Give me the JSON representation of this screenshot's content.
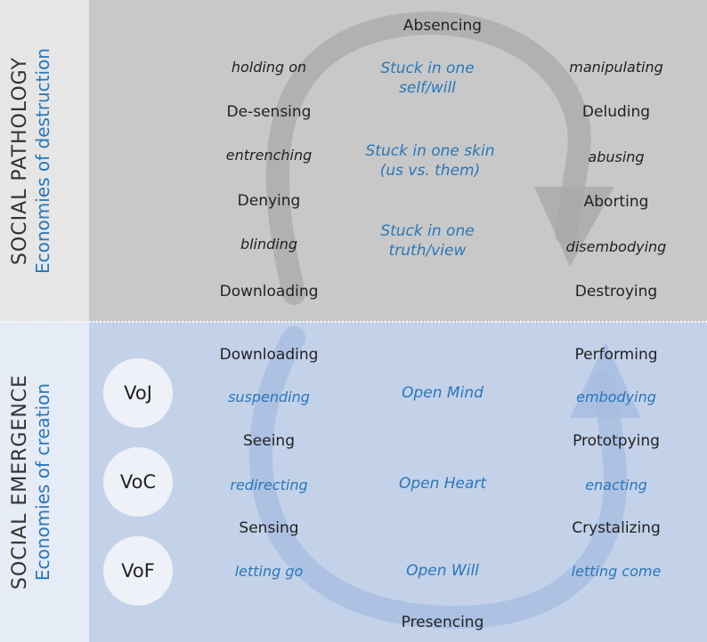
{
  "side": {
    "top_line1": "SOCIAL PATHOLOGY",
    "top_line2": "Economies of destruction",
    "bottom_line1": "SOCIAL EMERGENCE",
    "bottom_line2": "Economies of creation"
  },
  "pathology": {
    "top": "Absencing",
    "left": [
      "holding on",
      "De-sensing",
      "entrenching",
      "Denying",
      "blinding",
      "Downloading"
    ],
    "center": [
      "Stuck in one self/will",
      "Stuck in one skin (us vs. them)",
      "Stuck in one truth/view"
    ],
    "right": [
      "manipulating",
      "Deluding",
      "abusing",
      "Aborting",
      "disembodying",
      "Destroying"
    ]
  },
  "emergence": {
    "left": [
      "Downloading",
      "suspending",
      "Seeing",
      "redirecting",
      "Sensing",
      "letting go"
    ],
    "center": [
      "Open Mind",
      "Open Heart",
      "Open Will"
    ],
    "right": [
      "Performing",
      "embodying",
      "Prototpying",
      "enacting",
      "Crystalizing",
      "letting come"
    ],
    "bottom": "Presencing",
    "voices": [
      "VoJ",
      "VoC",
      "VoF"
    ]
  },
  "colors": {
    "accent_blue": "#2a77b8",
    "top_panel": "#c8c8c8",
    "bottom_panel": "#c3d1e9"
  }
}
